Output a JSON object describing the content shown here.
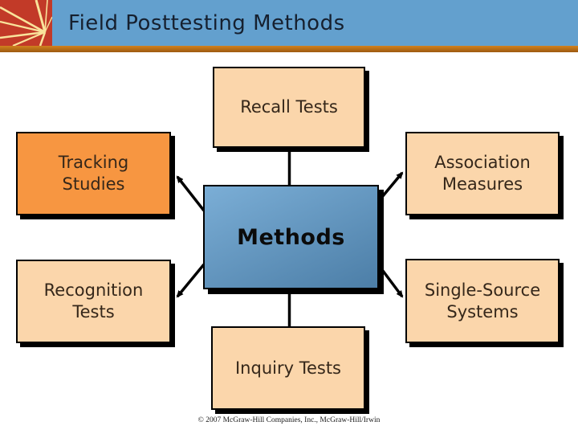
{
  "slide": {
    "title": "Field Posttesting Methods",
    "footer": "© 2007 McGraw-Hill Companies, Inc., McGraw-Hill/Irwin"
  },
  "diagram": {
    "center": {
      "id": "methods",
      "label": "Methods"
    },
    "nodes": [
      {
        "id": "recall-tests",
        "label": "Recall Tests",
        "position": "top",
        "fill": "#FBD6AB"
      },
      {
        "id": "tracking-studies",
        "label": "Tracking\nStudies",
        "position": "upper-left",
        "fill": "#F79641"
      },
      {
        "id": "association-measures",
        "label": "Association\nMeasures",
        "position": "upper-right",
        "fill": "#FBD6AB"
      },
      {
        "id": "recognition-tests",
        "label": "Recognition\nTests",
        "position": "lower-left",
        "fill": "#FBD6AB"
      },
      {
        "id": "single-source-systems",
        "label": "Single-Source\nSystems",
        "position": "lower-right",
        "fill": "#FBD6AB"
      },
      {
        "id": "inquiry-tests",
        "label": "Inquiry Tests",
        "position": "bottom",
        "fill": "#FBD6AB"
      }
    ]
  },
  "icons": {
    "logo": "starburst-lines-icon"
  },
  "colors": {
    "header_bar": "#63A0CE",
    "accent_bar_top": "#D1821F",
    "accent_bar_bottom": "#9D5A10",
    "logo_red": "#C23A28",
    "logo_rays": "#F9E39B",
    "node_peach": "#FBD6AB",
    "node_orange": "#F79641",
    "center_blue_light": "#7BAED6",
    "center_blue_dark": "#4C7EA7",
    "connector": "#000000",
    "title_text": "#16202F"
  }
}
